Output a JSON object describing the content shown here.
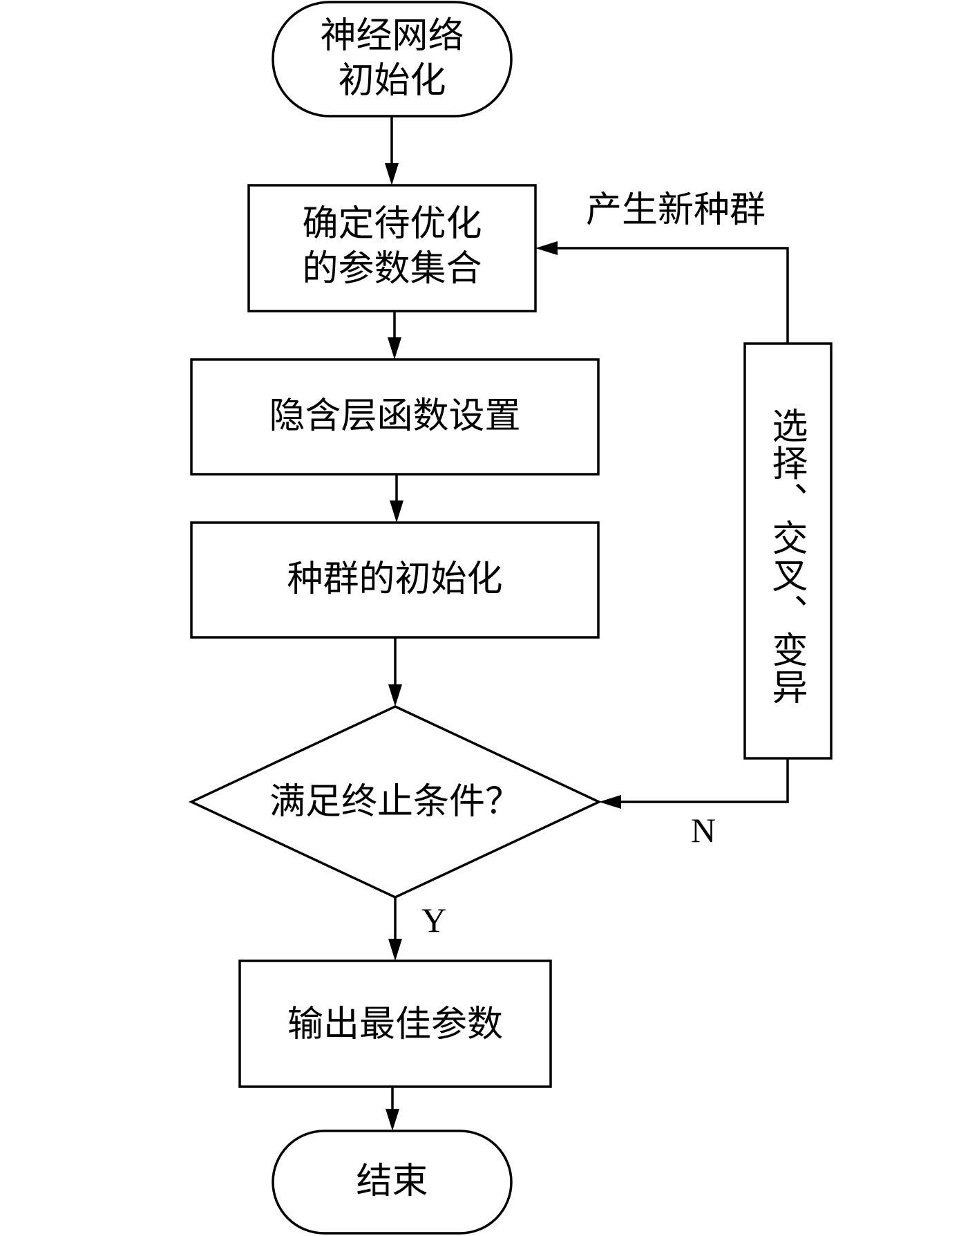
{
  "nodes": {
    "start": "神经网络\n初始化",
    "define_params": "确定待优化\n的参数集合",
    "hidden_layer": "隐含层函数设置",
    "pop_init": "种群的初始化",
    "condition": "满足终止条件？",
    "output": "输出最佳参数",
    "end": "结束",
    "genetic_ops": "选择、交叉、变异"
  },
  "edge_labels": {
    "new_population": "产生新种群",
    "no": "N",
    "yes": "Y"
  },
  "colors": {
    "stroke": "#000000",
    "background": "#ffffff"
  }
}
